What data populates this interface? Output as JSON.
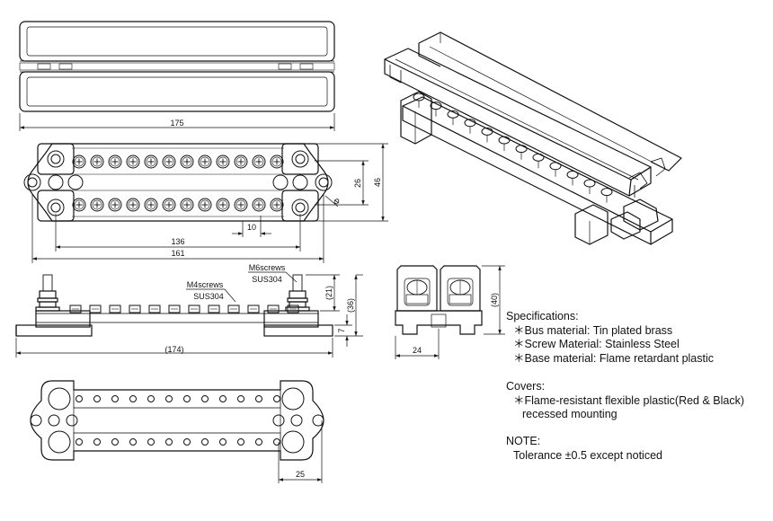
{
  "dimensions": {
    "top_width": "175",
    "pitch": "10",
    "stud_span": "136",
    "plan_length": "161",
    "inner_height": "26",
    "outer_height": "46",
    "hole": "Φ",
    "side_length": "(174)",
    "stud_height": "(21)",
    "total_height": "(36)",
    "base_height": "7",
    "end_width": "24",
    "end_height": "(40)",
    "end_pitch": "25"
  },
  "callouts": {
    "m6_line1": "M6screws",
    "m6_line2": "SUS304",
    "m4_line1": "M4screws",
    "m4_line2": "SUS304"
  },
  "specifications": {
    "heading": "Specifications:",
    "items": [
      "＊Bus material: Tin plated brass",
      "＊Screw Material: Stainless Steel",
      "＊Base material: Flame retardant plastic"
    ]
  },
  "covers": {
    "heading": "Covers:",
    "item": "＊Flame-resistant flexible plastic(Red & Black)",
    "item_continued": "recessed mounting"
  },
  "note": {
    "heading": "NOTE:",
    "text": "Tolerance ±0.5 except noticed"
  }
}
